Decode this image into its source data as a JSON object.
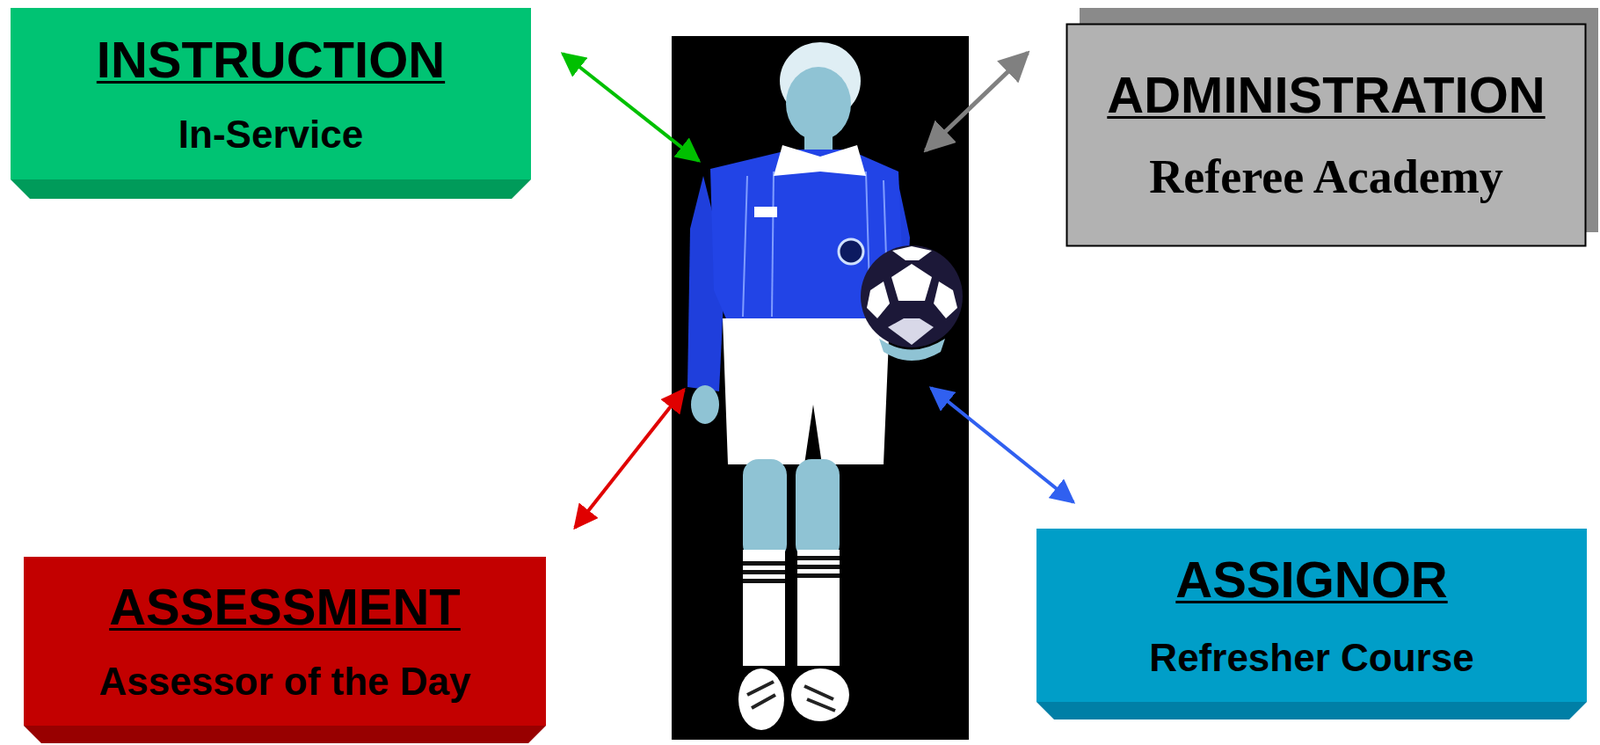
{
  "diagram": {
    "nodes": [
      {
        "text": [
          "INSTRUCTION",
          "In-Service"
        ]
      },
      {
        "text": [
          "ADMINISTRATION",
          "Referee Academy"
        ]
      },
      {
        "text": [
          "ASSESSMENT",
          "Assessor of the Day"
        ]
      },
      {
        "text": [
          "ASSIGNOR",
          "Refresher Course"
        ]
      }
    ]
  }
}
